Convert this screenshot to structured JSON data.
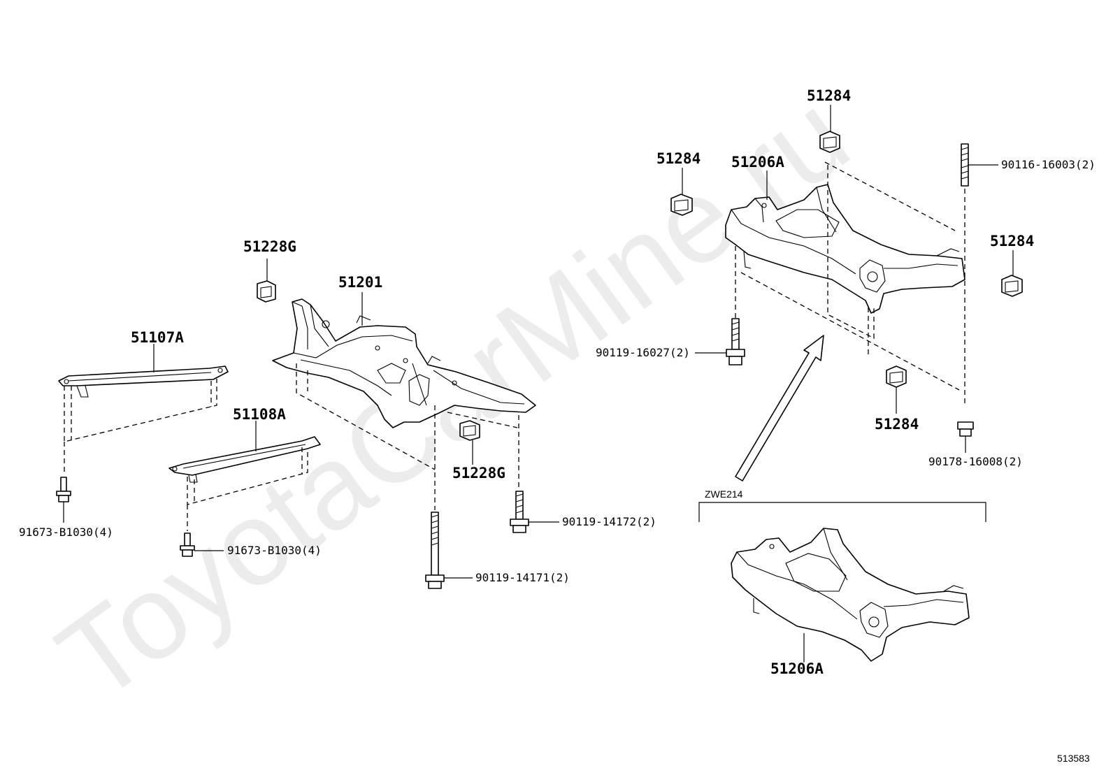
{
  "watermark": "ToyotaCarMine.ru",
  "diagram_id": "513583",
  "labels": {
    "brace_front": "51107A",
    "brace_rear": "51108A",
    "stopper_front_upper": "51228G",
    "stopper_front_lower": "51228G",
    "crossmember_front": "51201",
    "crossmember_rear": "51206A",
    "crossmember_rear_alt": "51206A",
    "stopper_rear_left": "51284",
    "stopper_rear_top": "51284",
    "stopper_rear_right": "51284",
    "stopper_rear_bottom": "51284",
    "bolt_brace_front": "91673-B1030(4)",
    "bolt_brace_rear": "91673-B1030(4)",
    "bolt_front_long": "90119-14171(2)",
    "bolt_front_short": "90119-14172(2)",
    "bolt_rear": "90119-16027(2)",
    "stud_rear": "90116-16003(2)",
    "nut_rear": "90178-16008(2)",
    "model_group": "ZWE214"
  }
}
